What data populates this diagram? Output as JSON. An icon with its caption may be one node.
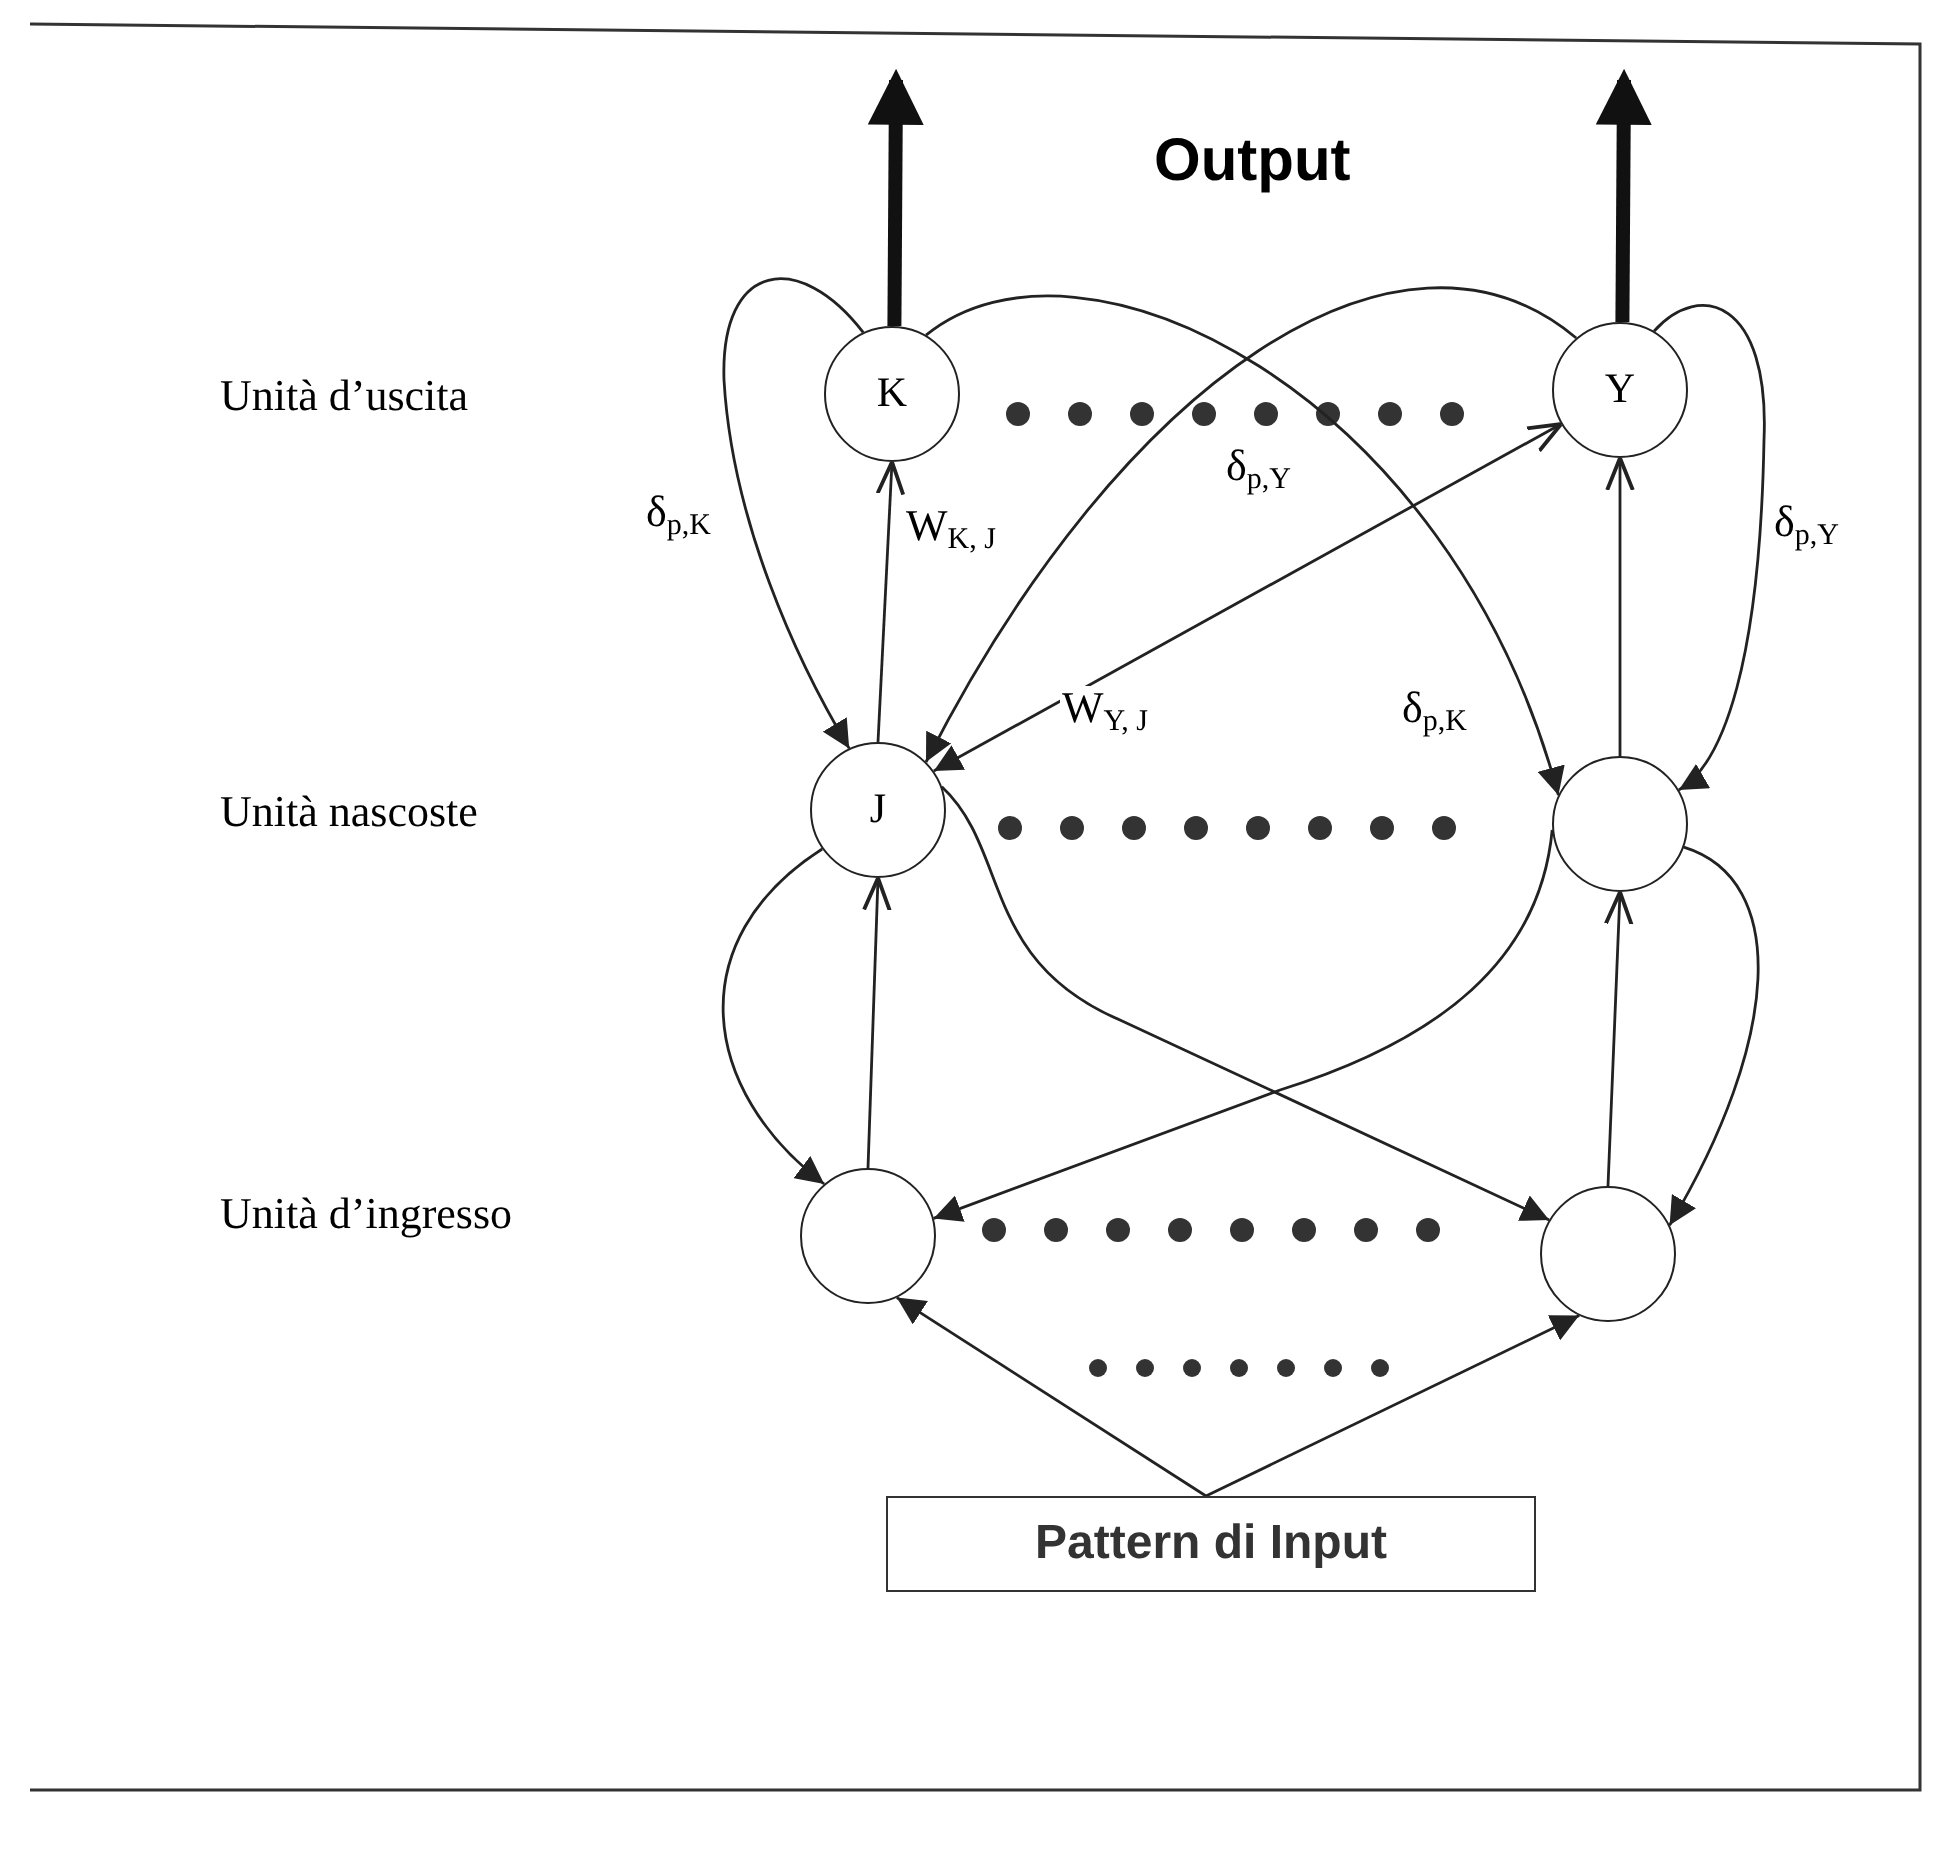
{
  "diagram": {
    "nodes": [
      {
        "text": [
          "K"
        ]
      },
      {
        "text": [
          "Y"
        ]
      },
      {
        "text": [
          "J"
        ]
      },
      {
        "text": [],
        "shape": "circle"
      },
      {
        "text": [],
        "shape": "circle"
      },
      {
        "text": [],
        "shape": "circle"
      },
      {
        "text": [
          "Pattern di Input"
        ]
      }
    ],
    "edges": [
      {
        "from": 0,
        "to": null,
        "arrow": "to",
        "style": "thick"
      },
      {
        "from": 1,
        "to": null,
        "arrow": "to",
        "style": "thick"
      },
      {
        "from": 2,
        "to": 0,
        "arrow": "to",
        "label": "W$_{K, J}$"
      },
      {
        "from": 2,
        "to": 1,
        "arrow": "both",
        "label": "W$_{Y, J}$"
      },
      {
        "from": 0,
        "to": 2,
        "arrow": "to",
        "label": "δ$_{p,K}$"
      },
      {
        "from": 1,
        "to": 2,
        "arrow": "to",
        "label": "δ$_{p,Y}$"
      },
      {
        "from": 0,
        "to": 3,
        "arrow": "to",
        "label": "δ$_{p,K}$"
      },
      {
        "from": 1,
        "to": 3,
        "arrow": "to",
        "label": "δ$_{p,Y}$"
      },
      {
        "from": 3,
        "to": 1,
        "arrow": "to"
      },
      {
        "from": 4,
        "to": 2,
        "arrow": "to"
      },
      {
        "from": 5,
        "to": 3,
        "arrow": "to"
      },
      {
        "from": 2,
        "to": 4,
        "arrow": "to"
      },
      {
        "from": 2,
        "to": 5,
        "arrow": "to"
      },
      {
        "from": 3,
        "to": 4,
        "arrow": "to"
      },
      {
        "from": 3,
        "to": 5,
        "arrow": "to"
      },
      {
        "from": 6,
        "to": 4,
        "arrow": "to"
      },
      {
        "from": 6,
        "to": 5,
        "arrow": "to"
      }
    ],
    "labels": [
      "Output",
      "Unità d’uscita",
      "Unità nascoste",
      "Unità d’ingresso"
    ]
  }
}
